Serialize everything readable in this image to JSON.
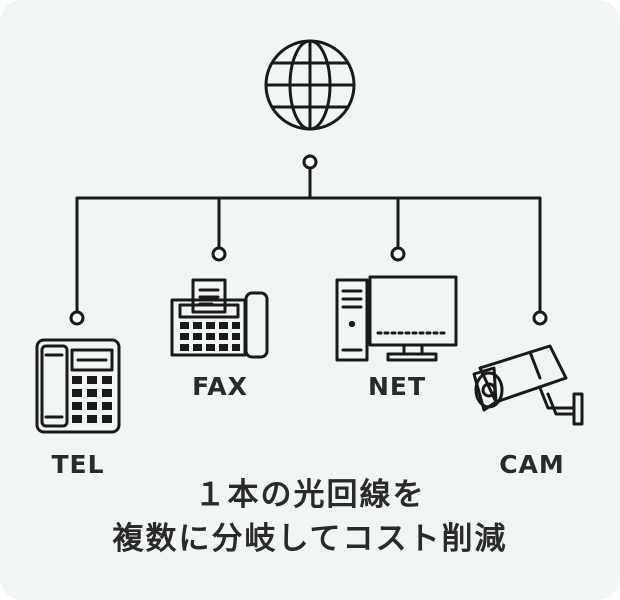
{
  "nodes": {
    "tel": {
      "label": "TEL",
      "icon": "desk-phone-icon"
    },
    "fax": {
      "label": "FAX",
      "icon": "fax-machine-icon"
    },
    "net": {
      "label": "NET",
      "icon": "desktop-computer-icon"
    },
    "cam": {
      "label": "CAM",
      "icon": "security-camera-icon"
    }
  },
  "hub": {
    "icon": "globe-icon"
  },
  "caption": {
    "line1": "１本の光回線を",
    "line2": "複数に分岐してコスト削減"
  },
  "colors": {
    "background": "#f1f5f3",
    "stroke": "#1a1a1a",
    "text": "#2a2a2a"
  }
}
